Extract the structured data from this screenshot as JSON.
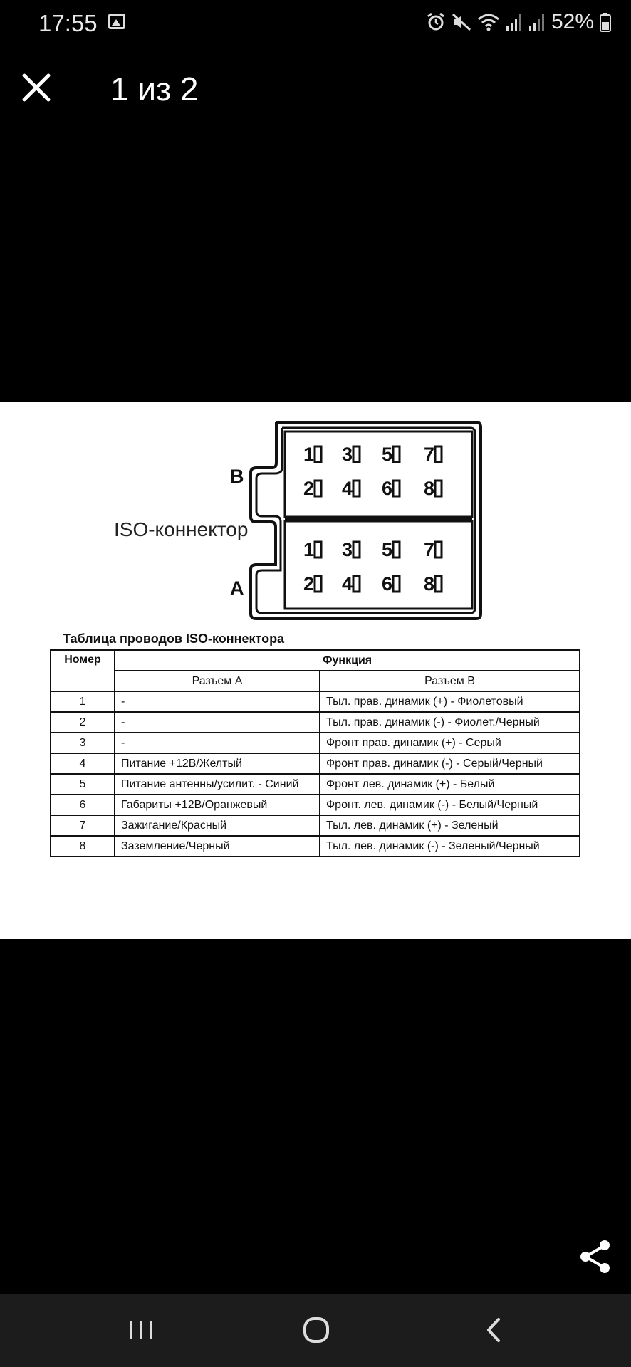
{
  "status_bar": {
    "time": "17:55",
    "battery": "52%",
    "icons": [
      "gallery-icon",
      "alarm-icon",
      "mute-icon",
      "wifi-icon",
      "signal-icon",
      "signal-icon",
      "battery-icon"
    ]
  },
  "viewer": {
    "counter": "1 из 2"
  },
  "connector": {
    "label_b": "B",
    "label_a": "A",
    "caption": "ISO-коннектор",
    "block_b_pins": [
      "1",
      "3",
      "5",
      "7",
      "2",
      "4",
      "6",
      "8"
    ],
    "block_a_pins": [
      "1",
      "3",
      "5",
      "7",
      "2",
      "4",
      "6",
      "8"
    ]
  },
  "table": {
    "title": "Таблица проводов ISO-коннектора",
    "header_number": "Номер",
    "header_function": "Функция",
    "sub_header_a": "Разъем А",
    "sub_header_b": "Разъем В",
    "rows": [
      {
        "num": "1",
        "a": "-",
        "b": "Тыл. прав. динамик (+) - Фиолетовый"
      },
      {
        "num": "2",
        "a": "-",
        "b": "Тыл. прав. динамик (-) - Фиолет./Черный"
      },
      {
        "num": "3",
        "a": "-",
        "b": "Фронт прав. динамик (+) - Серый"
      },
      {
        "num": "4",
        "a": "Питание +12В/Желтый",
        "b": "Фронт прав. динамик (-) - Серый/Черный"
      },
      {
        "num": "5",
        "a": "Питание антенны/усилит. - Синий",
        "b": "Фронт лев. динамик (+) - Белый"
      },
      {
        "num": "6",
        "a": "Габариты +12В/Оранжевый",
        "b": "Фронт. лев. динамик (-) - Белый/Черный"
      },
      {
        "num": "7",
        "a": "Зажигание/Красный",
        "b": "Тыл. лев. динамик (+) - Зеленый"
      },
      {
        "num": "8",
        "a": "Заземление/Черный",
        "b": "Тыл. лев. динамик (-) - Зеленый/Черный"
      }
    ]
  },
  "colors": {
    "background": "#000000",
    "image_background": "#ffffff",
    "nav_bar": "#1c1c1c"
  }
}
